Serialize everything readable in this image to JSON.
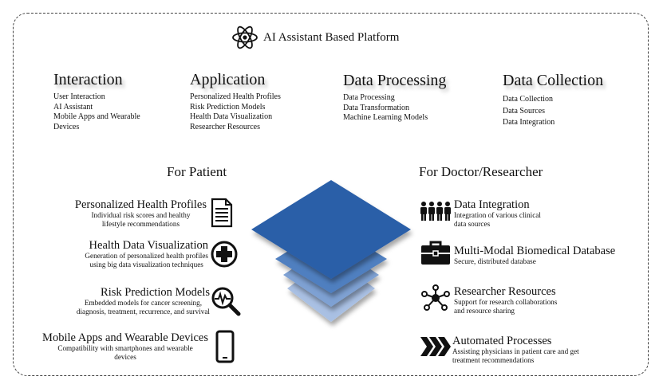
{
  "title": "AI Assistant Based Platform",
  "layers": [
    {
      "heading": "Interaction",
      "items": [
        "User Interaction",
        "AI Assistant",
        "Mobile Apps and Wearable",
        "Devices"
      ]
    },
    {
      "heading": "Application",
      "items": [
        "Personalized Health Profiles",
        "Risk Prediction Models",
        "Health Data Visualization",
        "Researcher Resources"
      ]
    },
    {
      "heading": "Data Processing",
      "items": [
        "Data Processing",
        "Data Transformation",
        "Machine Learning Models"
      ]
    },
    {
      "heading": "Data Collection",
      "items": [
        "Data Collection",
        "Data Sources",
        "Data Integration"
      ]
    }
  ],
  "patient": {
    "heading": "For Patient",
    "features": [
      {
        "title": "Personalized Health Profiles",
        "desc1": "Individual risk scores and healthy",
        "desc2": "lifestyle recommendations",
        "icon": "document-icon"
      },
      {
        "title": "Health Data Visualization",
        "desc1": "Generation of personalized health profiles",
        "desc2": "using big data visualization techniques",
        "icon": "medical-cross-icon"
      },
      {
        "title": "Risk Prediction Models",
        "desc1": "Embedded models for cancer screening,",
        "desc2": "diagnosis, treatment, recurrence, and survival",
        "icon": "magnifier-pulse-icon"
      },
      {
        "title": "Mobile Apps and Wearable Devices",
        "desc1": "Compatibility with smartphones and wearable",
        "desc2": "devices",
        "icon": "smartphone-icon"
      }
    ]
  },
  "doctor": {
    "heading": "For Doctor/Researcher",
    "features": [
      {
        "title": "Data Integration",
        "desc1": "Integration of various clinical",
        "desc2": "data sources",
        "icon": "people-group-icon"
      },
      {
        "title": "Multi-Modal Biomedical Database",
        "desc1": "Secure, distributed database",
        "desc2": "",
        "icon": "briefcase-icon"
      },
      {
        "title": "Researcher Resources",
        "desc1": "Support for research collaborations",
        "desc2": "and resource sharing",
        "icon": "network-nodes-icon"
      },
      {
        "title": "Automated Processes",
        "desc1": "Assisting physicians in patient care and get",
        "desc2": "treatment recommendations",
        "icon": "chevrons-icon"
      }
    ]
  },
  "colors": {
    "stack_top": "#2c5fa8",
    "stack_2": "#4f7fc0",
    "stack_3": "#7ea1d3",
    "stack_4": "#a9c0e3"
  }
}
